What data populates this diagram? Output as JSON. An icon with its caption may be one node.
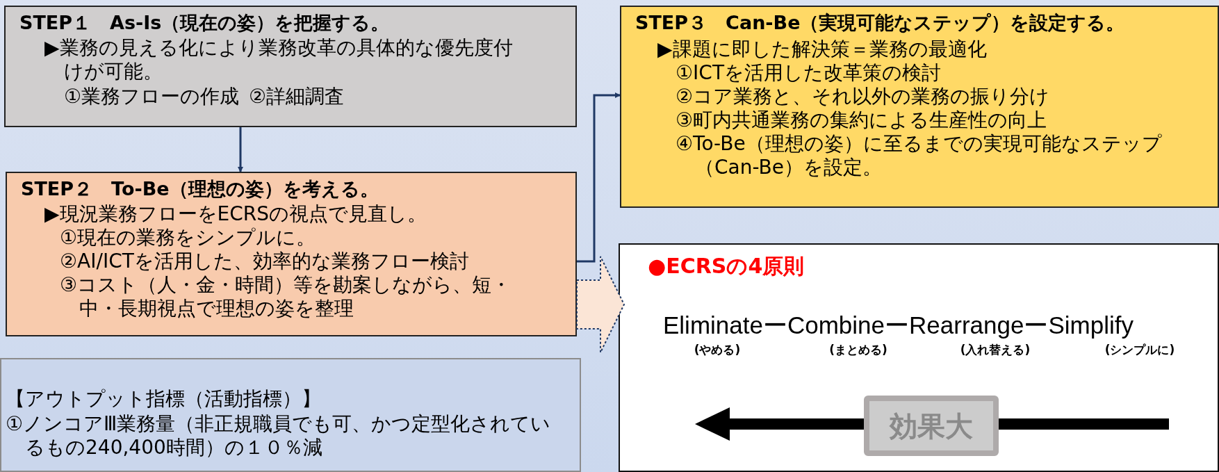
{
  "diagram": {
    "nodes": [
      {
        "text": [
          "STEP１　As-Is（現在の姿）を把握する。",
          "▶業務の見える化により業務改革の具体的な優先度付けが可能。",
          "①業務フローの作成",
          "②詳細調査"
        ]
      },
      {
        "text": [
          "STEP２　To-Be（理想の姿）を考える。",
          "▶現況業務フローをECRSの視点で見直し。",
          "①現在の業務をシンプルに。",
          "②AI/ICTを活用した、効率的な業務フロー検討",
          "③コスト（人・金・時間）等を勘案しながら、短・中・長期視点で理想の姿を整理"
        ]
      },
      {
        "text": [
          "STEP３　Can-Be（実現可能なステップ）を設定する。",
          "▶課題に即した解決策＝業務の最適化",
          "①ICTを活用した改革策の検討",
          "②コア業務と、それ以外の業務の振り分け",
          "③町内共通業務の集約による生産性の向上",
          "④To-Be（理想の姿）に至るまでの実現可能なステップ（Can-Be）を設定。"
        ]
      },
      {
        "text": [
          "●ECRSの4原則"
        ]
      },
      {
        "text": [
          "効果大"
        ],
        "in": 3
      },
      {
        "text": [
          "【アウトプット指標（活動指標）】",
          "①ノンコアⅢ業務量（非正規職員でも可、かつ定型化されているもの240,400時間）の１０％減"
        ]
      }
    ],
    "edges": [
      {
        "from": 0,
        "to": 1,
        "arrow": "to"
      },
      {
        "from": 1,
        "to": 2,
        "arrow": "to"
      },
      {
        "from": 1,
        "to": 3,
        "arrow": "to",
        "style": "dashed"
      }
    ],
    "labels": [
      "EliminateーCombineーRearrangeーSimplify",
      "(やめる)",
      "(まとめる)",
      "(入れ替える)",
      "(シンプルに)"
    ]
  }
}
